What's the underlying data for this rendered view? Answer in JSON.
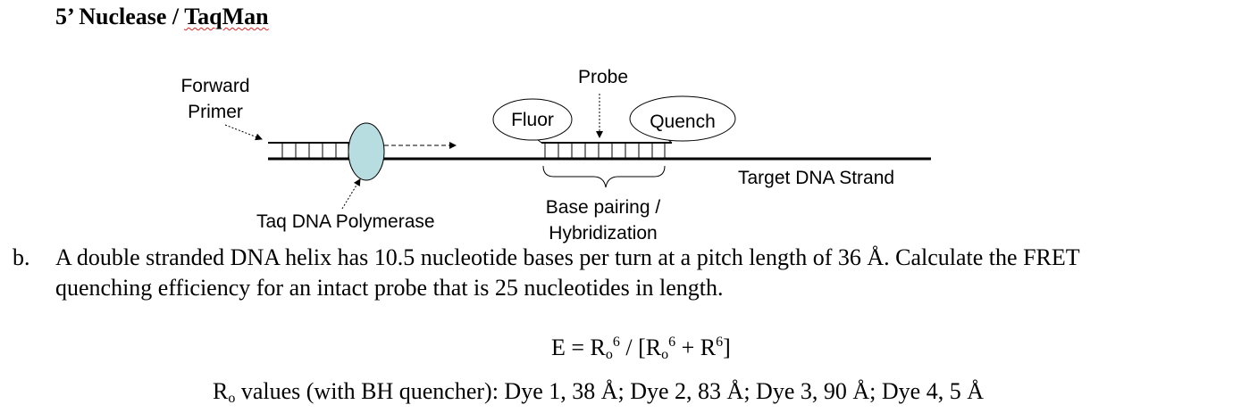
{
  "heading": {
    "prefix": "5’ Nuclease / ",
    "squiggle_word": "TaqMan"
  },
  "diagram": {
    "labels": {
      "forward_primer_line1": "Forward",
      "forward_primer_line2": "Primer",
      "probe": "Probe",
      "fluor": "Fluor",
      "quench": "Quench",
      "target_strand": "Target DNA Strand",
      "polymerase": "Taq DNA Polymerase",
      "base_pairing_line1": "Base pairing /",
      "base_pairing_line2": "Hybridization"
    },
    "colors": {
      "polymerase_fill": "#b7dde0",
      "stroke": "#000000"
    }
  },
  "question": {
    "label": "b.",
    "line1": "A double stranded DNA helix has 10.5 nucleotide bases per turn at a pitch length of 36 Å.  Calculate the FRET",
    "line2": "quenching efficiency for an intact probe that is 25 nucleotides in length."
  },
  "equation": {
    "lhs": "E = R",
    "o1": "o",
    "six1": "6",
    "mid": " / [R",
    "o2": "o",
    "six2": "6",
    "plus": " + R",
    "six3": "6",
    "close": "]"
  },
  "ro_values": {
    "r": "R",
    "o": "o",
    "text": " values (with BH quencher): Dye 1, 38 Å;  Dye 2, 83 Å;  Dye 3, 90 Å;  Dye 4, 5 Å"
  }
}
